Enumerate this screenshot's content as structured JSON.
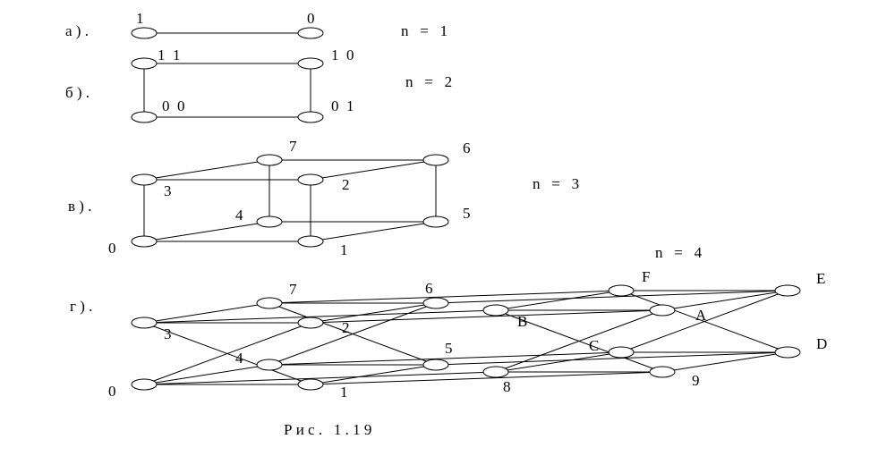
{
  "caption": "Р и с .   1 . 1 9",
  "parts": [
    {
      "id": "a",
      "label": "а ) .",
      "n_label": "n   =   1",
      "nodes": [
        "1",
        "0"
      ]
    },
    {
      "id": "b",
      "label": "б ) .",
      "n_label": "n   =   2",
      "nodes": [
        "1  1",
        "1  0",
        "0  0",
        "0  1"
      ]
    },
    {
      "id": "v",
      "label": "в ) .",
      "n_label": "n   =   3",
      "nodes": [
        "0",
        "1",
        "2",
        "3",
        "4",
        "5",
        "6",
        "7"
      ]
    },
    {
      "id": "g",
      "label": "г ) .",
      "n_label": "n   =   4",
      "nodes": [
        "0",
        "1",
        "2",
        "3",
        "4",
        "5",
        "6",
        "7",
        "8",
        "9",
        "A",
        "B",
        "C",
        "D",
        "E",
        "F"
      ]
    }
  ]
}
